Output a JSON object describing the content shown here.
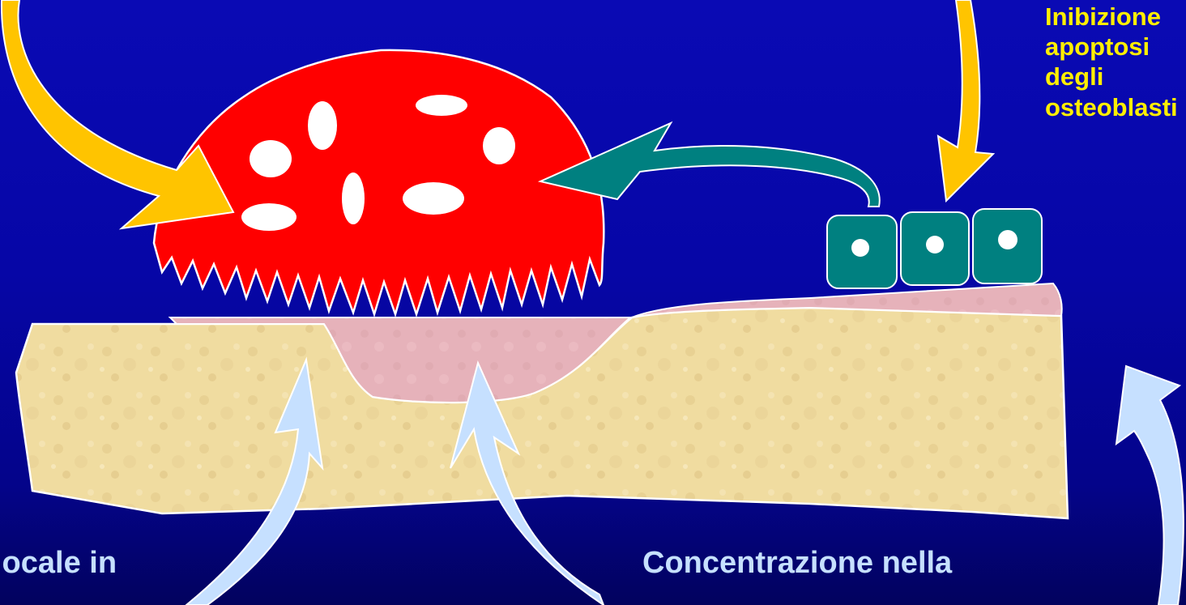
{
  "labels": {
    "osteoblast_effect": {
      "line1": "Inibizione",
      "line2": "apoptosi",
      "line3": "degli",
      "line4": "osteoblasti"
    },
    "local_concentration": "locale in",
    "bone_concentration": "Concentrazione nella"
  },
  "colors": {
    "background": "#0606a6",
    "osteoclast": "#ff0000",
    "osteoblast": "#008080",
    "bone": "#f0dca0",
    "osteoid": "#e8b4bc",
    "yellow_arrow": "#ffc400",
    "blue_arrow": "#c6e0ff",
    "teal_arrow": "#008080",
    "label_yellow": "#ffee00",
    "label_blue": "#c6e0ff"
  }
}
